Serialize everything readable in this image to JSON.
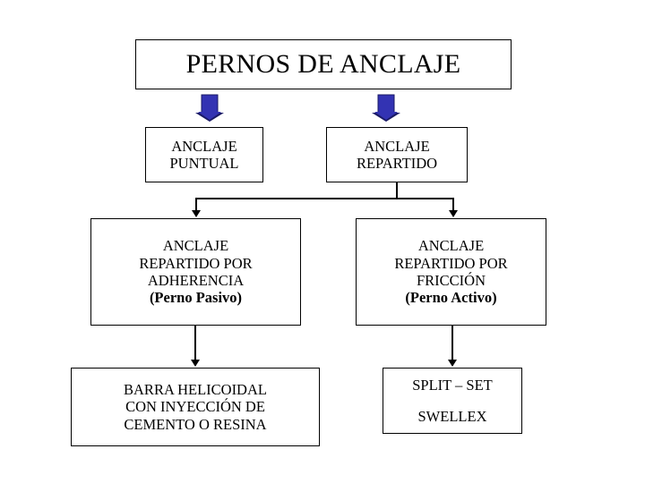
{
  "diagram": {
    "title": "PERNOS DE ANCLAJE",
    "accent_color": "#3333b3",
    "accent_shadow_color": "#1a1a66",
    "line_color": "#000000",
    "background_color": "#ffffff",
    "nodes": {
      "puntual": {
        "line1": "ANCLAJE",
        "line2": "PUNTUAL"
      },
      "repartido": {
        "line1": "ANCLAJE",
        "line2": "REPARTIDO"
      },
      "adherencia": {
        "line1": "ANCLAJE",
        "line2": "REPARTIDO POR",
        "line3": "ADHERENCIA",
        "line4": "(Perno Pasivo)"
      },
      "friccion": {
        "line1": "ANCLAJE",
        "line2": "REPARTIDO POR",
        "line3": "FRICCIÓN",
        "line4": "(Perno Activo)"
      },
      "barra": {
        "line1": "BARRA HELICOIDAL",
        "line2": "CON INYECCIÓN DE",
        "line3": "CEMENTO O RESINA"
      },
      "split": {
        "line1": "SPLIT – SET",
        "line2": "SWELLEX"
      }
    },
    "icons": {
      "blue_arrow_left": "down-block-arrow-icon",
      "blue_arrow_right": "down-block-arrow-icon"
    }
  }
}
